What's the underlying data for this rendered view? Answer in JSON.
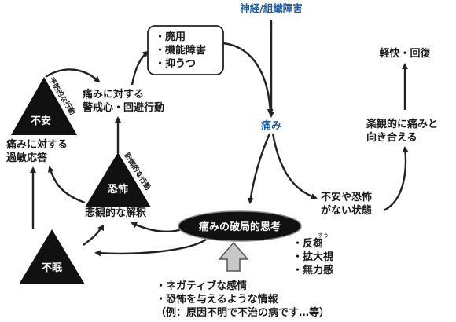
{
  "colors": {
    "accent_blue": "#1f5a96",
    "shape_fill": "#111111",
    "outline": "#222222"
  },
  "nodes": {
    "nerve_damage": "神経/組織障害",
    "pain": "痛み",
    "relief": "軽快・回復",
    "optimistic": [
      "楽観的に痛みと",
      "向き合える"
    ],
    "no_fear": [
      "不安や恐怖",
      "がない状態"
    ],
    "catastrophizing": "痛みの破局的思考",
    "catastrophizing_items": [
      "・反芻",
      "・拡大視",
      "・無力感"
    ],
    "rumination_ruby": "すう",
    "disuse_box": [
      "・廃用",
      "・機能障害",
      "・抑うつ"
    ],
    "vigilance": [
      "痛みに対する",
      "警戒心・回避行動"
    ],
    "anxiety": "不安",
    "anxiety_label": "予防的な行動",
    "hypersensitive": [
      "痛みに対する",
      "過敏応答"
    ],
    "fear": "恐怖",
    "fear_label": "防御的な行動",
    "pessimistic": "悲観的な解釈",
    "insomnia": "不眠",
    "negative_inputs": [
      "・ネガティブな感情",
      "・恐怖を与えるような情報",
      "（例：原因不明で不治の病です…等）"
    ]
  }
}
